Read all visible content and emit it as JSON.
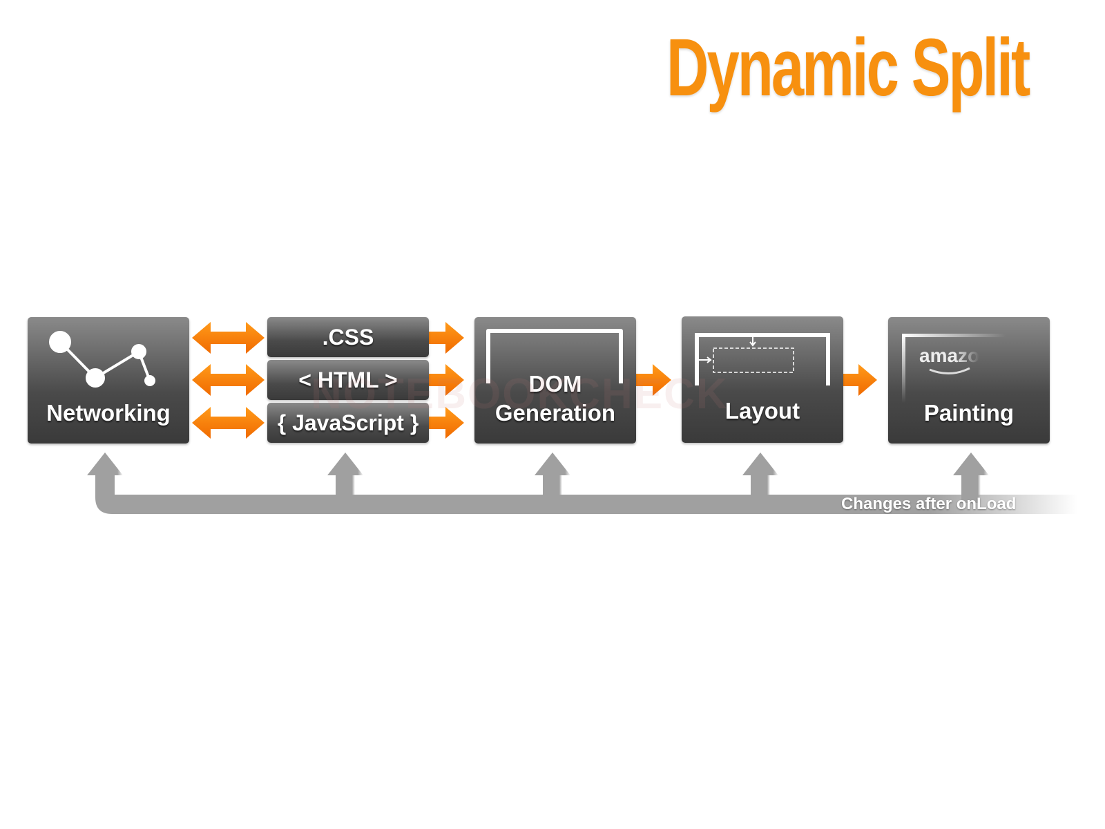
{
  "title": "Dynamic Split",
  "stages": {
    "networking": "Networking",
    "css": ".CSS",
    "html": "< HTML >",
    "javascript": "{ JavaScript }",
    "dom_line1": "DOM",
    "dom_line2": "Generation",
    "layout": "Layout",
    "painting": "Painting"
  },
  "painting_logo": "amazon",
  "feedback_label": "Changes after onLoad",
  "watermark": "NOTEBOOKCHECK",
  "colors": {
    "accent": "#f7900f",
    "arrow_orange": "#f57c00",
    "box_dark": "#4a4a4a",
    "feedback_gray": "#a0a0a0"
  }
}
